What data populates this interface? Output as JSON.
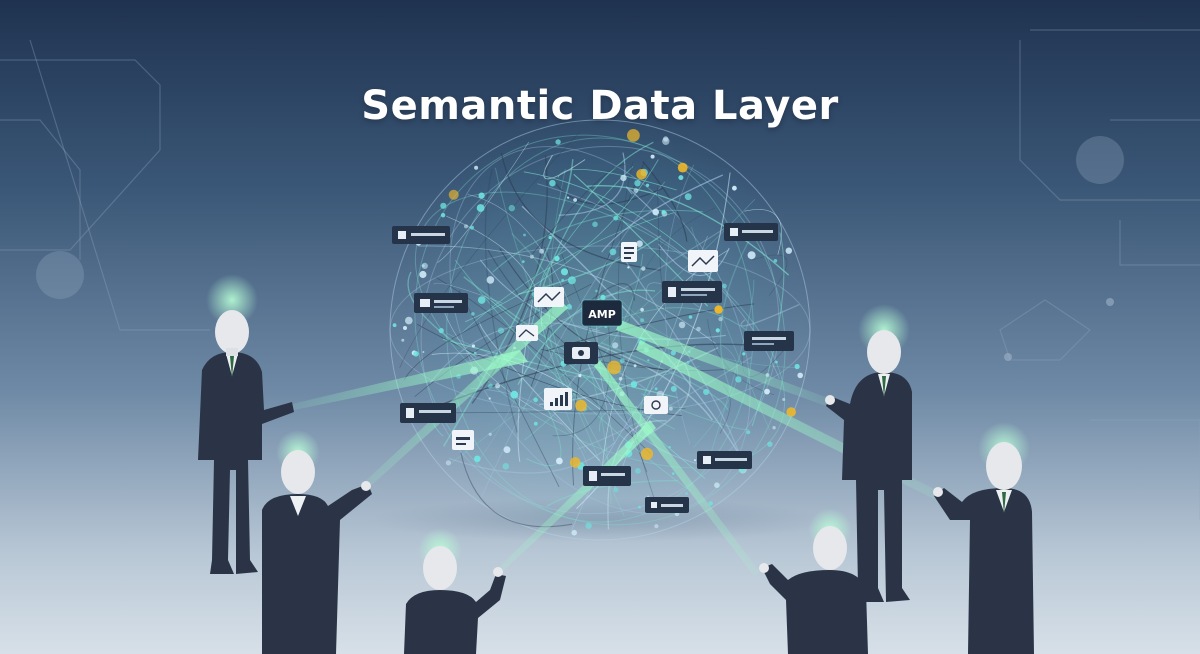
{
  "title": "Semantic Data Layer",
  "hub_label": "AMP",
  "colors": {
    "background_top": "#1f3350",
    "background_bottom": "#d7e0e8",
    "accent_green": "#7fe3b0",
    "accent_cyan": "#6fe4e0",
    "node_gold": "#f0b828",
    "suit": "#2b3446",
    "mannequin": "#e6e8eb"
  },
  "figures": 6
}
